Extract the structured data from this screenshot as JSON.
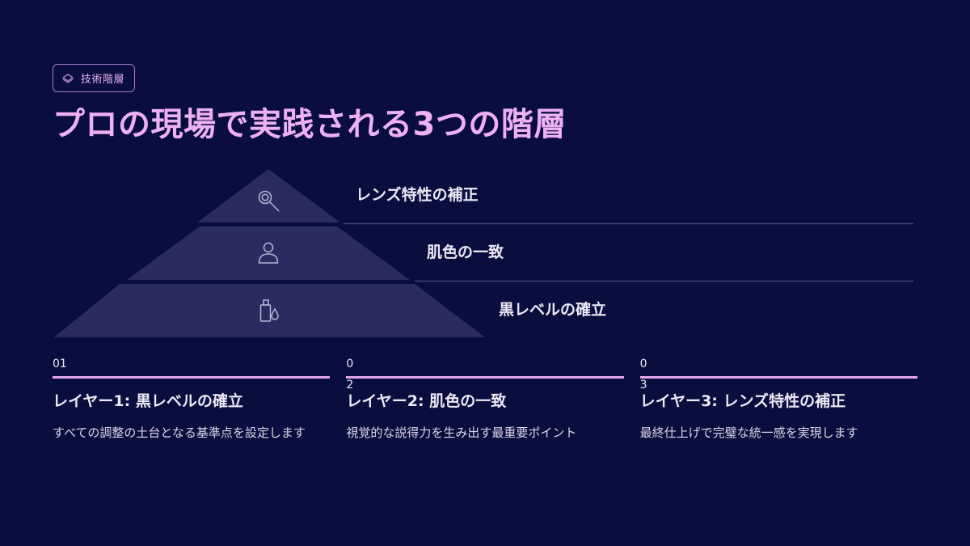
{
  "badge": {
    "icon": "layers-icon",
    "label": "技術階層"
  },
  "title": "プロの現場で実践される3つの階層",
  "colors": {
    "background": "#0a0e3f",
    "accent": "#eeb0f4",
    "pyramid_fill": "#2a2c60",
    "connector": "#3e4278",
    "rule": "#e2a6f0"
  },
  "pyramid": {
    "tiers": [
      {
        "level": 3,
        "icon": "magnifier-icon",
        "label": "レンズ特性の補正"
      },
      {
        "level": 2,
        "icon": "person-icon",
        "label": "肌色の一致"
      },
      {
        "level": 1,
        "icon": "bottle-drop-icon",
        "label": "黒レベルの確立"
      }
    ]
  },
  "cards": [
    {
      "number": "01",
      "heading": "レイヤー1: 黒レベルの確立",
      "description": "すべての調整の土台となる基準点を設定します"
    },
    {
      "number": "02",
      "heading": "レイヤー2: 肌色の一致",
      "description": "視覚的な説得力を生み出す最重要ポイント"
    },
    {
      "number": "03",
      "heading": "レイヤー3: レンズ特性の補正",
      "description": "最終仕上げで完璧な統一感を実現します"
    }
  ]
}
